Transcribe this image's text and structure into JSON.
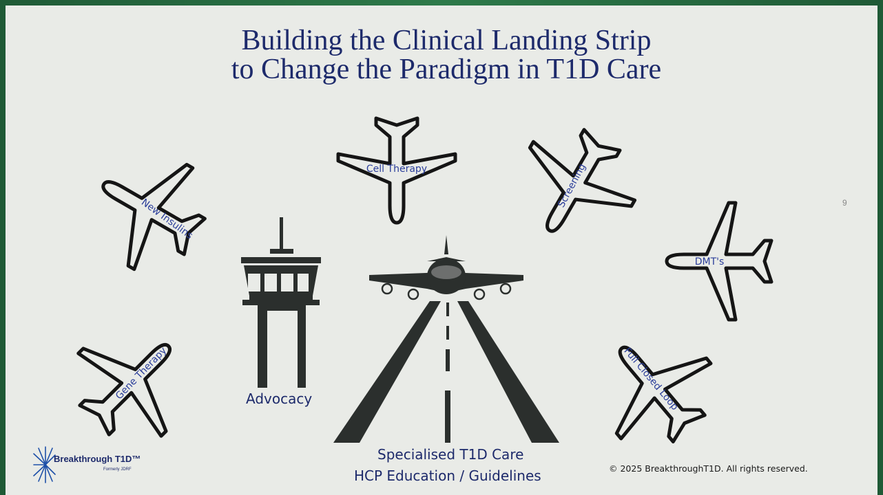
{
  "slide": {
    "title_line1": "Building the Clinical Landing Strip",
    "title_line2": "to Change the Paradigm in T1D Care",
    "page_number": "9",
    "copyright": "© 2025 BreakthroughT1D. All rights reserved."
  },
  "planes": [
    {
      "label": "New Insulins"
    },
    {
      "label": "Cell Therapy"
    },
    {
      "label": "Screening"
    },
    {
      "label": "DMT's"
    },
    {
      "label": "Gene Therapy"
    },
    {
      "label": "Full Closed Loop"
    }
  ],
  "tower": {
    "label": "Advocacy"
  },
  "runway": {
    "line1": "Specialised T1D Care",
    "line2": "HCP Education / Guidelines"
  },
  "logo": {
    "name": "Breakthrough T1D™",
    "tagline": "Formerly JDRF"
  },
  "colors": {
    "title": "#1d2a6b",
    "plane_label": "#2a3d9a",
    "icon_dark": "#2b2f2d",
    "background": "#e9ebe7",
    "frame": "#2e7a4a"
  }
}
